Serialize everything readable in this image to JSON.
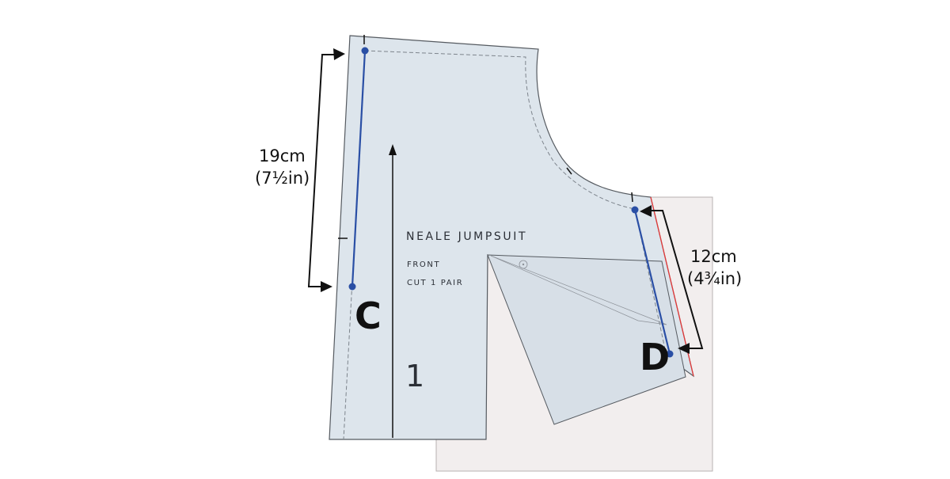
{
  "pattern": {
    "title": "NEALE JUMPSUIT",
    "view": "FRONT",
    "cut": "CUT 1 PAIR",
    "piece_number": "1"
  },
  "measurements": {
    "c": {
      "cm": "19cm",
      "in": "(7½in)"
    },
    "d": {
      "cm": "12cm",
      "in": "(4¾in)"
    }
  },
  "points": {
    "c": "C",
    "d": "D"
  },
  "colors": {
    "piece_fill": "#dde5ec",
    "underlay_fill": "#f2eeee",
    "outline": "#555a60",
    "highlight_line": "#2a4fa5",
    "red_line": "#e23a3a",
    "arrow": "#111111"
  }
}
